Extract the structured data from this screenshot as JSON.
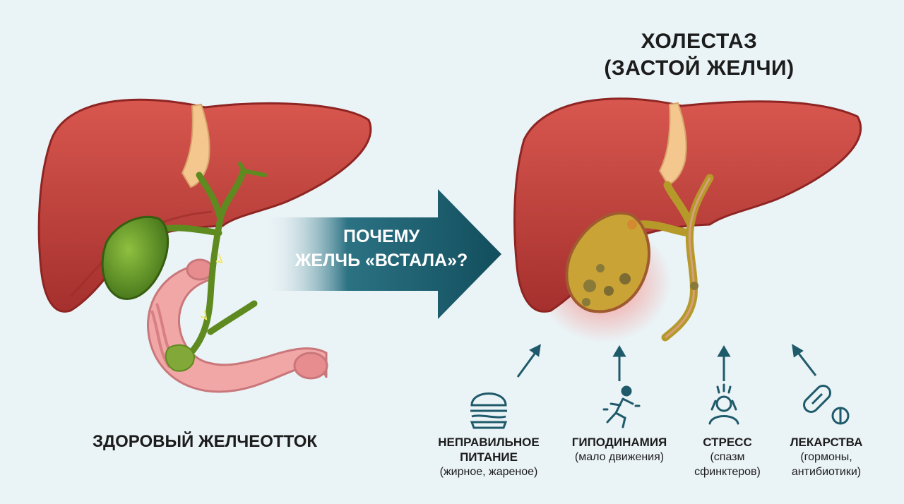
{
  "healthy_caption": "ЗДОРОВЫЙ ЖЕЛЧЕОТТОК",
  "cholestasis_title": "ХОЛЕСТАЗ",
  "cholestasis_subtitle": "(ЗАСТОЙ ЖЕЛЧИ)",
  "arrow": {
    "line1": "ПОЧЕМУ",
    "line2": "ЖЕЛЧЬ «ВСТАЛА»?"
  },
  "causes": [
    {
      "icon": "burger-icon",
      "name1": "НЕПРАВИЛЬНОЕ",
      "name2": "ПИТАНИЕ",
      "desc1": "(жирное, жареное)",
      "desc2": ""
    },
    {
      "icon": "running-person-icon",
      "name1": "ГИПОДИНАМИЯ",
      "name2": "",
      "desc1": "(мало движения)",
      "desc2": ""
    },
    {
      "icon": "stressed-person-icon",
      "name1": "СТРЕСС",
      "name2": "",
      "desc1": "(спазм",
      "desc2": "сфинктеров)"
    },
    {
      "icon": "pills-icon",
      "name1": "ЛЕКАРСТВА",
      "name2": "",
      "desc1": "(гормоны,",
      "desc2": "антибиотики)"
    }
  ],
  "colors": {
    "background": "#eaf3f6",
    "liver": "#c2443e",
    "bile_healthy": "#5e8a20",
    "bile_stagnant": "#b59a2a",
    "intestine": "#f0a6a6",
    "arrow": "#175a6a",
    "icon": "#1f5a6b"
  }
}
